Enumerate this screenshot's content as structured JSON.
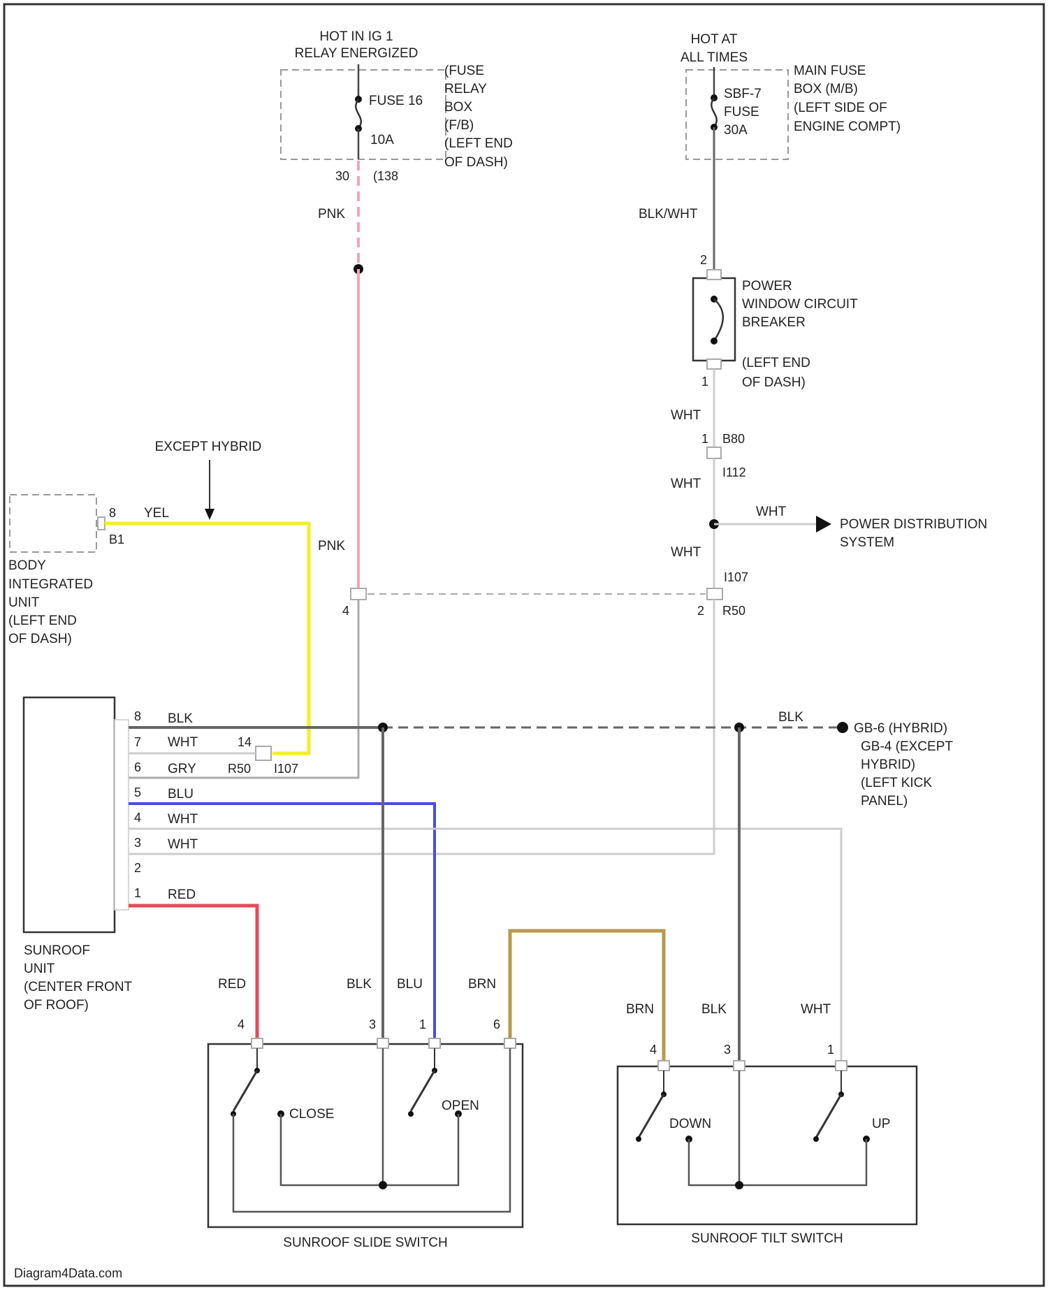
{
  "colors": {
    "pink": "#f4a3b8",
    "yellow": "#f2ef2a",
    "blue": "#4a4ae8",
    "red": "#e84a5a",
    "brown": "#b89a4a",
    "black": "#666666",
    "white": "#cccccc",
    "gray": "#aaaaaa"
  },
  "fuse_left": {
    "hot": "HOT IN IG 1",
    "hot2": "RELAY ENERGIZED",
    "fuse": "FUSE 16",
    "amps": "10A",
    "box": [
      "(FUSE",
      "RELAY",
      "BOX",
      "(F/B)",
      "(LEFT END",
      "OF DASH)"
    ],
    "pin": "30",
    "conn": "(138"
  },
  "fuse_right": {
    "hot": "HOT AT",
    "hot2": "ALL TIMES",
    "fuse": [
      "SBF-7",
      "FUSE",
      "30A"
    ],
    "box": [
      "MAIN FUSE",
      "BOX (M/B)",
      "(LEFT SIDE OF",
      "ENGINE COMPT)"
    ]
  },
  "breaker": {
    "label": [
      "POWER",
      "WINDOW CIRCUIT",
      "BREAKER"
    ],
    "loc": [
      "(LEFT END",
      "OF DASH)"
    ],
    "pin_top": "2",
    "pin_bot": "1"
  },
  "wires": {
    "pnk": "PNK",
    "blk_wht": "BLK/WHT",
    "wht": "WHT",
    "yel": "YEL",
    "blk": "BLK",
    "gry": "GRY",
    "blu": "BLU",
    "red": "RED",
    "brn": "BRN"
  },
  "connectors": {
    "c1": "1",
    "c1_name": "B80",
    "c2": "I112",
    "c3": "I107",
    "c4_pin": "2",
    "c4_name": "R50",
    "pink_pin": "4",
    "c5": "14",
    "c6": "R50",
    "c7": "I107"
  },
  "except_hybrid": "EXCEPT HYBRID",
  "power_dist": [
    "POWER DISTRIBUTION",
    "SYSTEM"
  ],
  "body_unit": {
    "pin": "8",
    "conn": "B1",
    "label": [
      "BODY",
      "INTEGRATED",
      "UNIT",
      "(LEFT END",
      "OF DASH)"
    ]
  },
  "ground": [
    "GB-6 (HYBRID)",
    "GB-4 (EXCEPT",
    "HYBRID)",
    "(LEFT KICK",
    "PANEL)"
  ],
  "sunroof_unit": {
    "pins": [
      "8",
      "7",
      "6",
      "5",
      "4",
      "3",
      "2",
      "1"
    ],
    "label": [
      "SUNROOF",
      "UNIT",
      "(CENTER FRONT",
      "OF ROOF)"
    ]
  },
  "slide_switch": {
    "name": "SUNROOF SLIDE SWITCH",
    "close": "CLOSE",
    "open": "OPEN",
    "pins": [
      "4",
      "3",
      "1",
      "6"
    ]
  },
  "tilt_switch": {
    "name": "SUNROOF TILT SWITCH",
    "down": "DOWN",
    "up": "UP",
    "pins": [
      "4",
      "3",
      "1"
    ]
  },
  "watermark": "Diagram4Data.com"
}
